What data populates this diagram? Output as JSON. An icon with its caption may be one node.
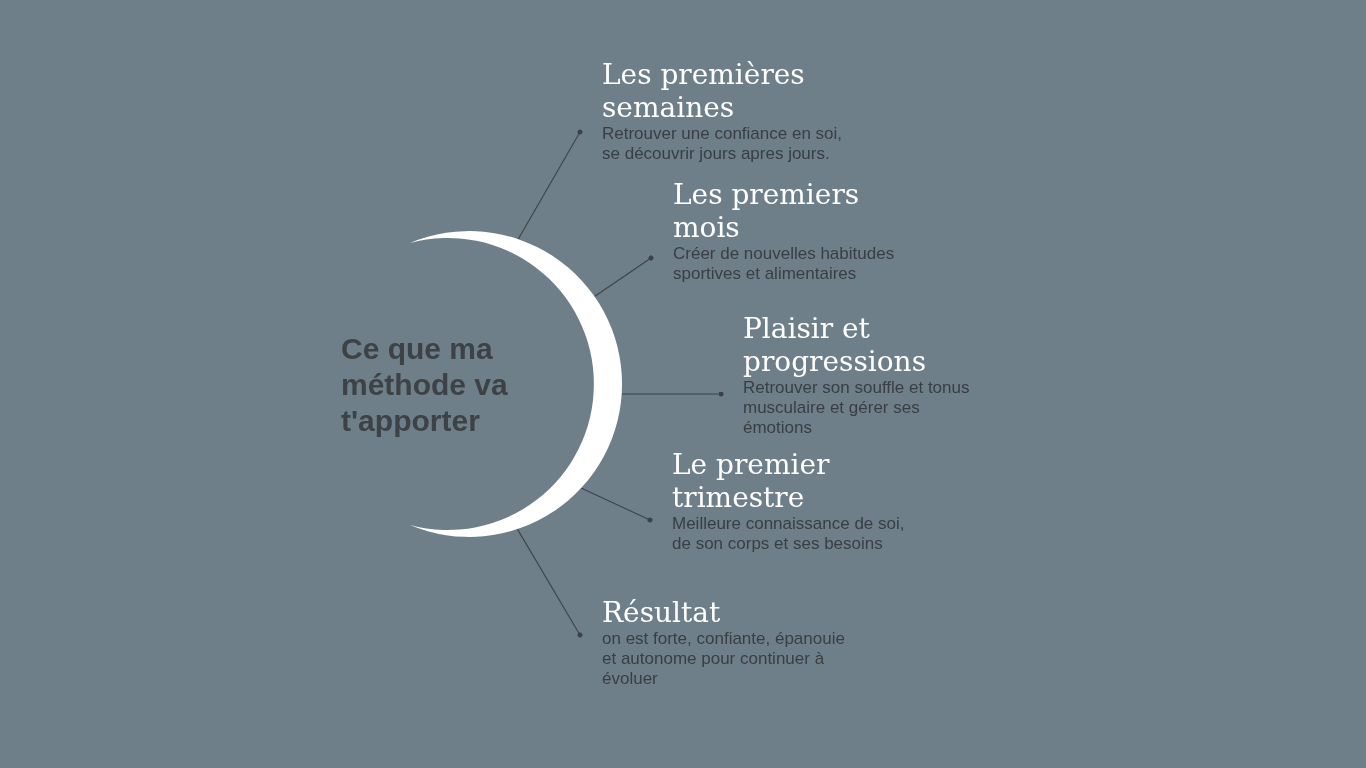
{
  "diagram": {
    "title": "Ce que ma méthode va t'apporter",
    "nodes": [
      {
        "text": [],
        "shape": "crescent"
      },
      {
        "text": [
          "Les premières semaines",
          "Retrouver une confiance en soi, se découvrir jours apres jours."
        ]
      },
      {
        "text": [
          "Les premiers mois",
          "Créer de nouvelles habitudes sportives et alimentaires"
        ]
      },
      {
        "text": [
          "Plaisir et progressions",
          "Retrouver son souffle et tonus musculaire et gérer ses émotions"
        ]
      },
      {
        "text": [
          "Le premier trimestre",
          "Meilleure connaissance de soi, de son corps et ses besoins"
        ]
      },
      {
        "text": [
          "Résultat",
          "on est forte, confiante, épanouie et autonome pour continuer à évoluer"
        ]
      }
    ],
    "edges": [
      {
        "from": 0,
        "to": 1,
        "arrow": "other"
      },
      {
        "from": 0,
        "to": 2,
        "arrow": "other"
      },
      {
        "from": 0,
        "to": 3,
        "arrow": "other"
      },
      {
        "from": 0,
        "to": 4,
        "arrow": "other"
      },
      {
        "from": 0,
        "to": 5,
        "arrow": "other"
      }
    ]
  }
}
